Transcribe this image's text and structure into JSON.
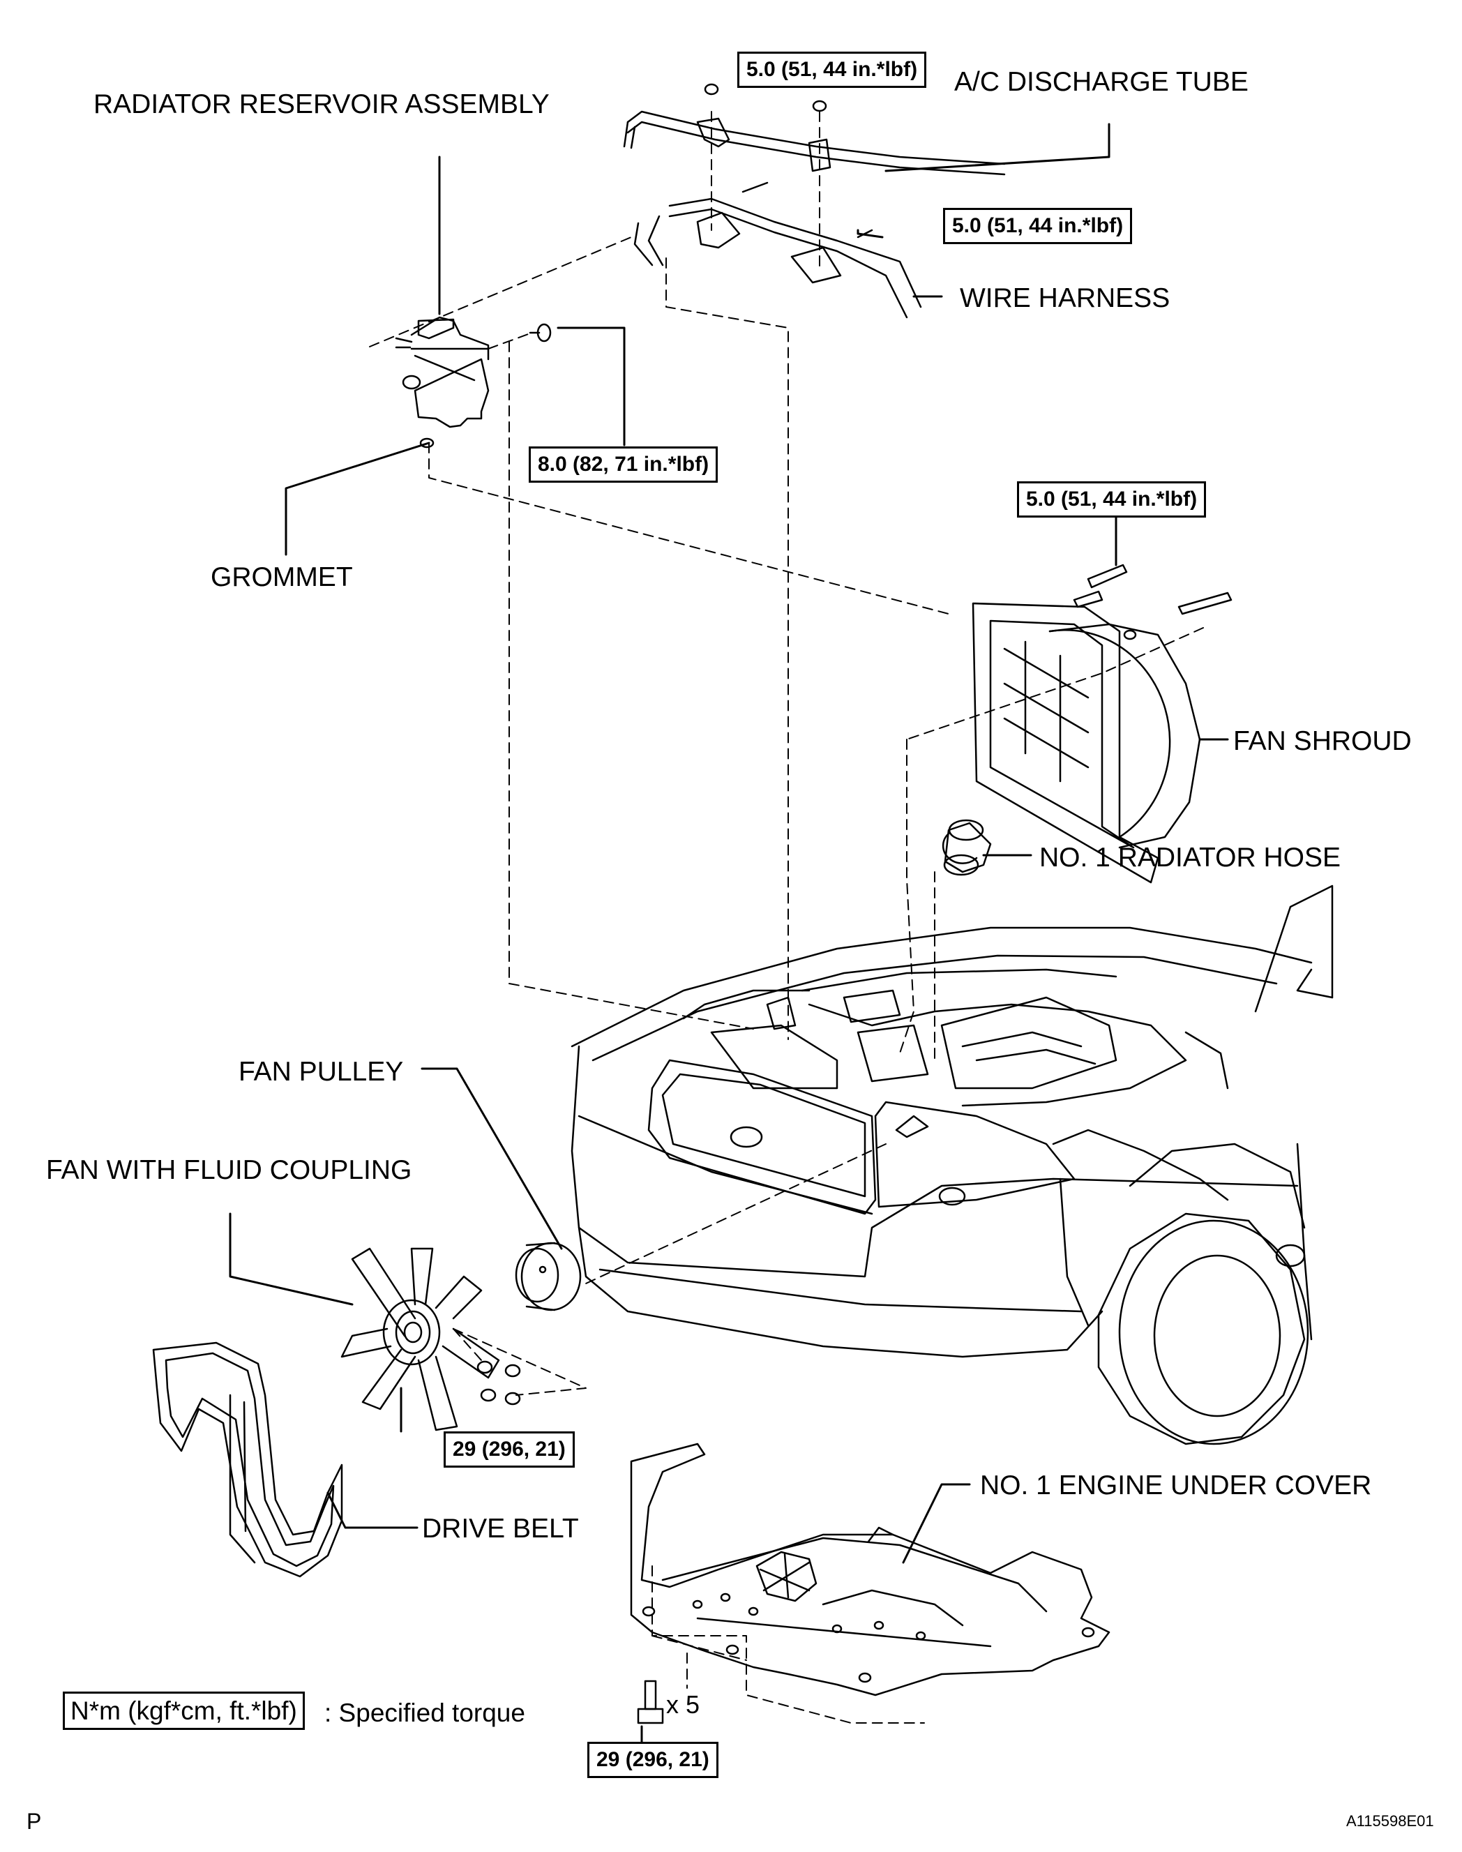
{
  "labels": {
    "radiator_reservoir_assembly": "RADIATOR RESERVOIR ASSEMBLY",
    "ac_discharge_tube": "A/C DISCHARGE TUBE",
    "wire_harness": "WIRE HARNESS",
    "grommet": "GROMMET",
    "fan_shroud": "FAN SHROUD",
    "no1_radiator_hose": "NO. 1 RADIATOR HOSE",
    "fan_pulley": "FAN PULLEY",
    "fan_with_fluid_coupling": "FAN WITH FLUID COUPLING",
    "drive_belt": "DRIVE BELT",
    "no1_engine_under_cover": "NO. 1 ENGINE UNDER COVER"
  },
  "torques": {
    "ac_tube_nut": "5.0 (51, 44 in.*lbf)",
    "wire_harness_bolt": "5.0 (51, 44 in.*lbf)",
    "reservoir_bolt": "8.0 (82, 71 in.*lbf)",
    "fan_shroud_bolt": "5.0 (51, 44 in.*lbf)",
    "fan_nuts": "29 (296, 21)",
    "under_cover_bolts": "29 (296, 21)"
  },
  "quantity": "x 5",
  "legend": {
    "box": "N*m (kgf*cm, ft.*lbf)",
    "text": ": Specified torque"
  },
  "footer": {
    "corner_letter": "P",
    "figure_id": "A115598E01"
  }
}
